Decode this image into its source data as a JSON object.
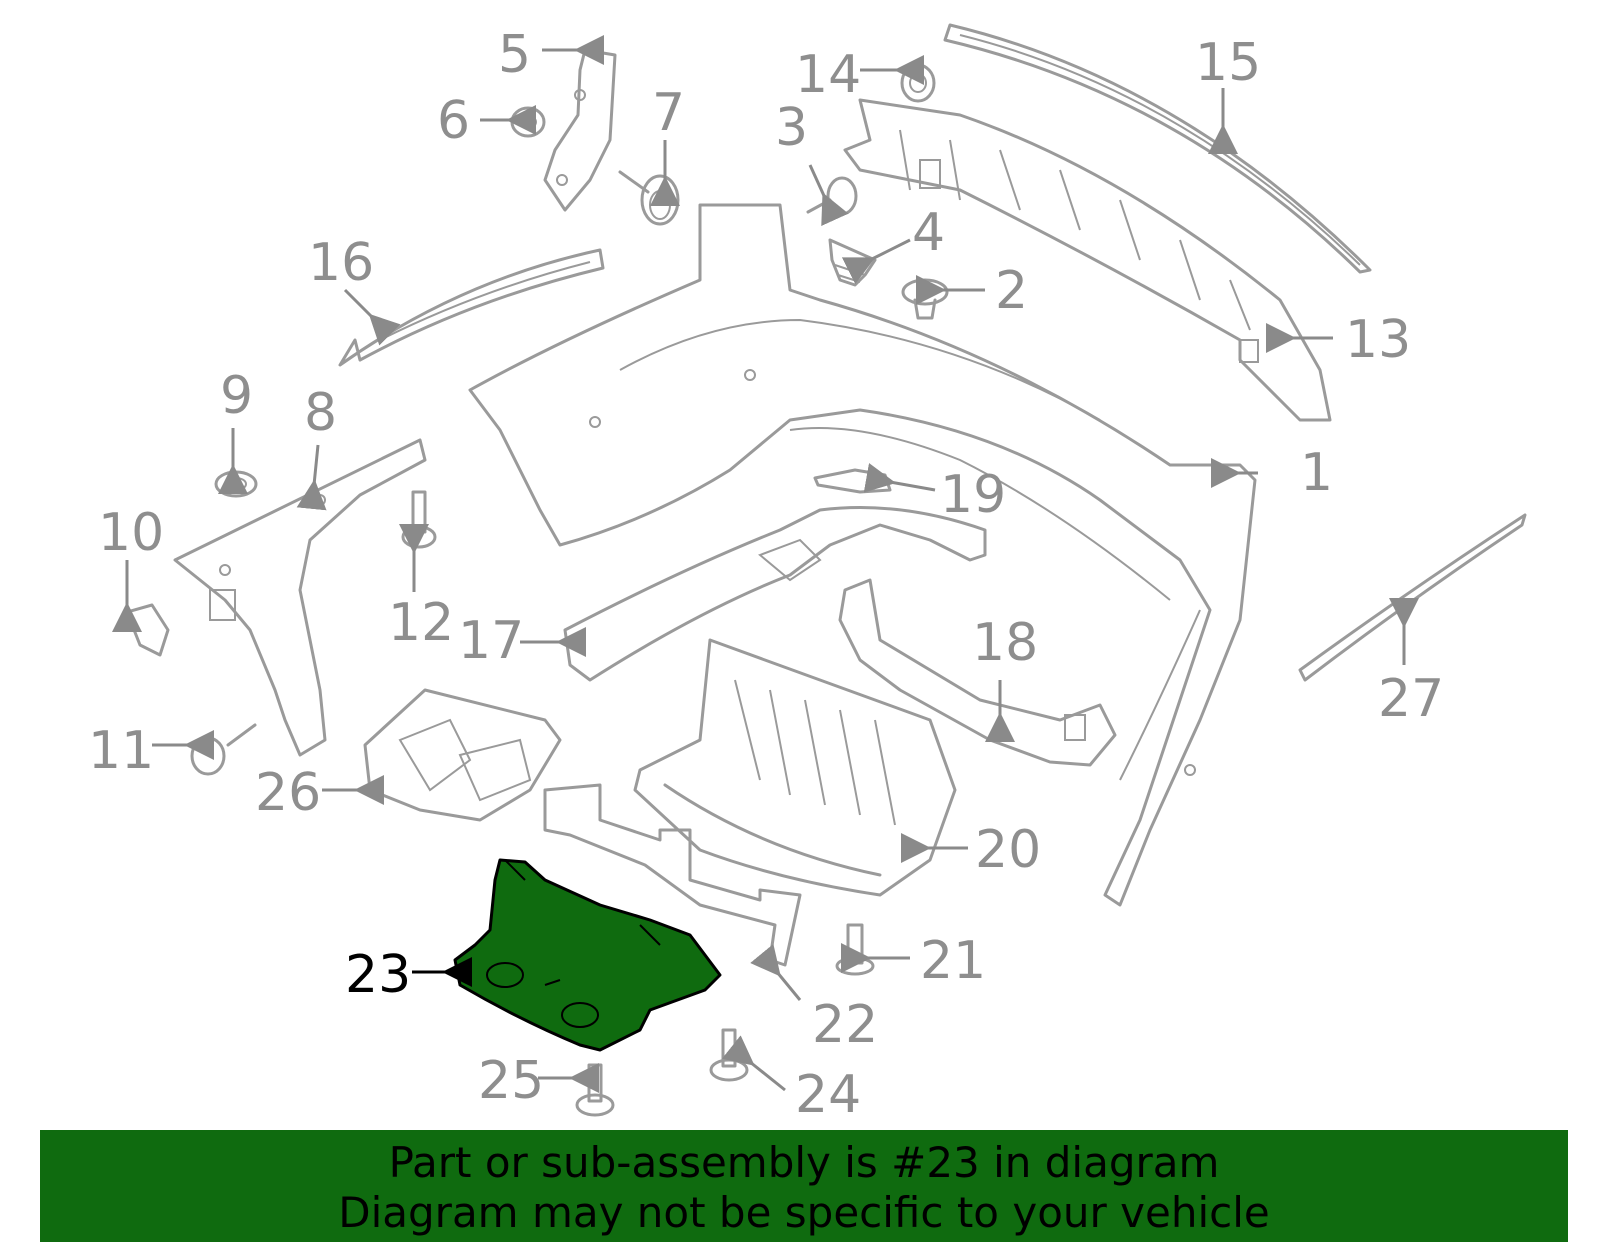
{
  "diagram": {
    "highlighted_part": "23",
    "callouts": [
      "1",
      "2",
      "3",
      "4",
      "5",
      "6",
      "7",
      "8",
      "9",
      "10",
      "11",
      "12",
      "13",
      "14",
      "15",
      "16",
      "17",
      "18",
      "19",
      "20",
      "21",
      "22",
      "23",
      "24",
      "25",
      "26",
      "27"
    ]
  },
  "banner": {
    "line1": "Part or sub-assembly is #23 in diagram",
    "line2": "Diagram may not be specific to your vehicle"
  },
  "colors": {
    "highlight": "#0f6b0f",
    "parts": "#9a9a9a",
    "banner": "#0f6b0f"
  }
}
